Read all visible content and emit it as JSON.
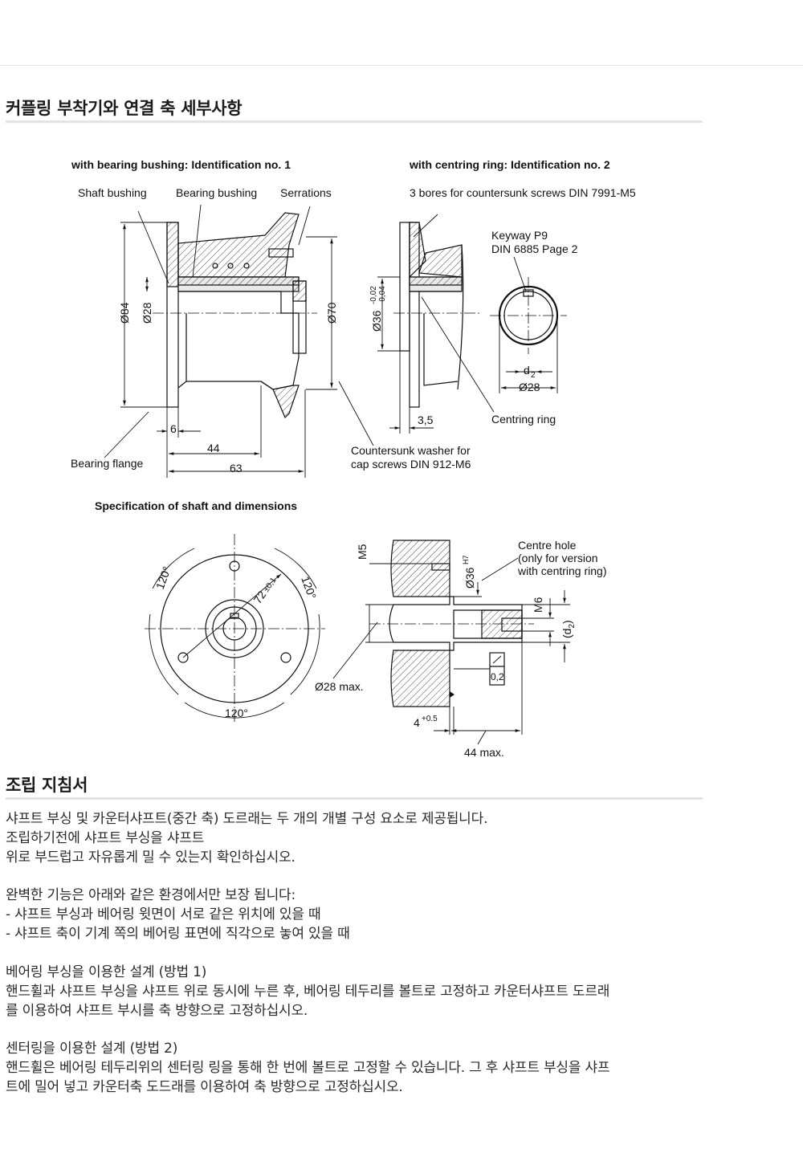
{
  "sections": {
    "details_title": "커플링 부착기와 연결 축 세부사항",
    "assembly_title": "조립 지침서"
  },
  "drawing": {
    "fig1_title": "with bearing bushing: Identification no. 1",
    "fig2_title": "with centring ring: Identification no. 2",
    "fig3_title": "Specification of shaft and dimensions",
    "labels": {
      "shaft_bushing": "Shaft bushing",
      "bearing_bushing": "Bearing bushing",
      "serrations": "Serrations",
      "bearing_flange": "Bearing flange",
      "bores": "3 bores for countersunk screws DIN 7991-M5",
      "keyway_1": "Keyway P9",
      "keyway_2": "DIN 6885 Page 2",
      "centring_ring": "Centring ring",
      "washer_1": "Countersunk washer for",
      "washer_2": "cap screws DIN 912-M6",
      "centre_hole_1": "Centre hole",
      "centre_hole_2": "(only for version",
      "centre_hole_3": "with centring ring)"
    },
    "dims": {
      "d84": "Ø84",
      "d28a": "Ø28",
      "d70": "Ø70",
      "d36": "Ø36",
      "d36_upper": "-0,02",
      "d36_lower": "-0,04",
      "w6": "6",
      "w44": "44",
      "w63": "63",
      "w3_5": "3,5",
      "d2": "d",
      "d2_sub": "2",
      "d28b": "Ø28",
      "a120_1": "120°",
      "a120_2": "120°",
      "a120_3": "120°",
      "r72": "72",
      "r72_tol": "±0,1",
      "d28max": "Ø28 max.",
      "m5": "M5",
      "d36h7": "Ø36",
      "d36h7_sup": "H7",
      "m6": "M6",
      "pd2": "(d",
      "pd2_sub": "2",
      "pd2_end": ")",
      "tol02": "0,2",
      "depth4": "4",
      "depth4_sup": "+0.5",
      "len44": "44 max."
    }
  },
  "instructions": {
    "p1": [
      "샤프트 부싱 및 카운터샤프트(중간 축) 도르래는 두 개의 개별 구성 요소로 제공됩니다.",
      "조립하기전에 샤프트 부싱을 샤프트",
      "위로 부드럽고 자유롭게 밀 수 있는지 확인하십시오."
    ],
    "p2": [
      "완벽한 기능은 아래와 같은 환경에서만 보장 됩니다:",
      "- 샤프트 부싱과 베어링 윗면이 서로 같은 위치에 있을 때",
      "- 샤프트 축이 기계 쪽의 베어링 표면에 직각으로 놓여 있을 때"
    ],
    "p3": [
      "베어링 부싱을 이용한 설계 (방법 1)",
      "핸드휠과 샤프트 부싱을 샤프트 위로 동시에 누른 후, 베어링 테두리를 볼트로 고정하고 카운터샤프트 도르래",
      "를 이용하여 샤프트 부시를 축 방향으로 고정하십시오."
    ],
    "p4": [
      "센터링을 이용한 설계 (방법 2)",
      "핸드휠은 베어링 테두리위의 센터링 링을 통해 한 번에 볼트로 고정할 수 있습니다. 그 후 샤프트 부싱을 샤프",
      "트에 밀어 넣고 카운터축 도드래를 이용하여 축 방향으로 고정하십시오."
    ]
  }
}
